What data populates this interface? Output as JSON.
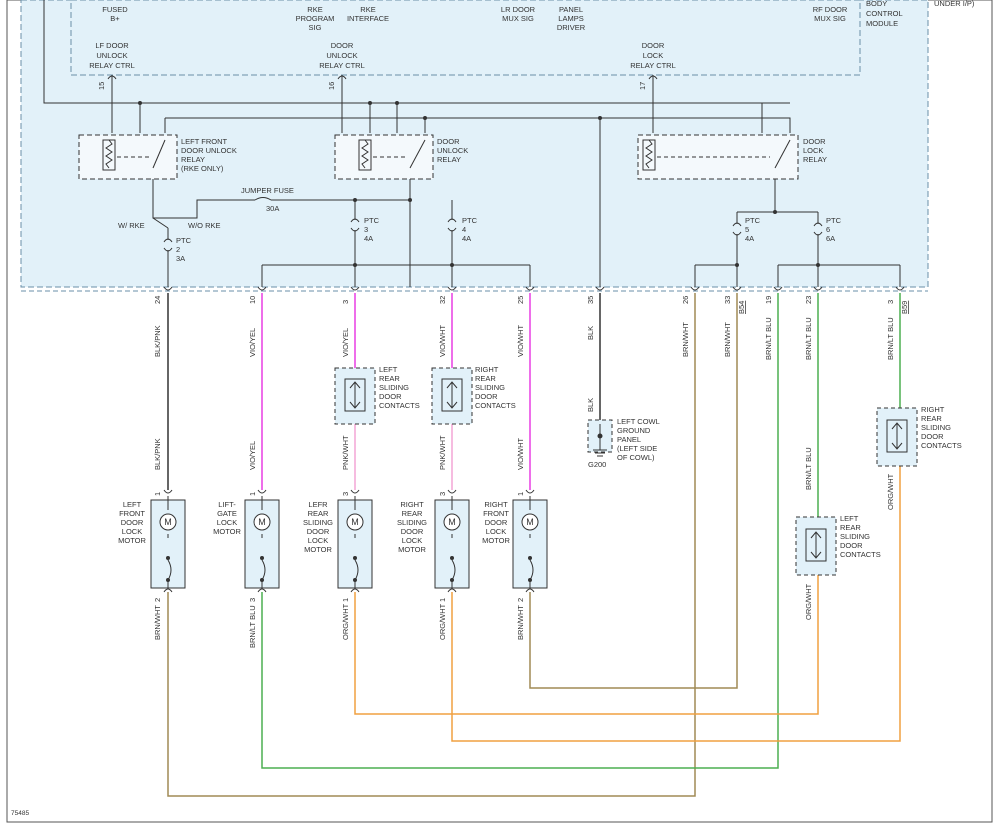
{
  "figure_id": "75485",
  "module": {
    "labels": [
      {
        "id": "fused_b",
        "lines": [
          "FUSED",
          "B+"
        ]
      },
      {
        "id": "rke_prog",
        "lines": [
          "RKE",
          "PROGRAM",
          "SIG"
        ]
      },
      {
        "id": "rke_iface",
        "lines": [
          "RKE",
          "INTERFACE"
        ]
      },
      {
        "id": "lr_mux",
        "lines": [
          "LR DOOR",
          "MUX SIG"
        ]
      },
      {
        "id": "panel_lamps",
        "lines": [
          "PANEL",
          "LAMPS",
          "DRIVER"
        ]
      },
      {
        "id": "rf_mux",
        "lines": [
          "RF DOOR",
          "MUX SIG"
        ]
      },
      {
        "id": "bcm",
        "lines": [
          "BODY",
          "CONTROL",
          "MODULE"
        ]
      },
      {
        "id": "under_ip",
        "lines": [
          "UNDER I/P)"
        ]
      },
      {
        "id": "lf_unlock_ctrl",
        "lines": [
          "LF DOOR",
          "UNLOCK",
          "RELAY CTRL"
        ]
      },
      {
        "id": "door_unlock_ctrl",
        "lines": [
          "DOOR",
          "UNLOCK",
          "RELAY CTRL"
        ]
      },
      {
        "id": "door_lock_ctrl",
        "lines": [
          "DOOR",
          "LOCK",
          "RELAY CTRL"
        ]
      }
    ],
    "pins": [
      "15",
      "16",
      "17"
    ]
  },
  "relays": [
    {
      "id": "lf_unlock",
      "lines": [
        "LEFT FRONT",
        "DOOR UNLOCK",
        "RELAY",
        "(RKE ONLY)"
      ]
    },
    {
      "id": "unlock",
      "lines": [
        "DOOR",
        "UNLOCK",
        "RELAY"
      ]
    },
    {
      "id": "lock",
      "lines": [
        "DOOR",
        "LOCK",
        "RELAY"
      ]
    }
  ],
  "fuses": {
    "jumper": {
      "lines": [
        "JUMPER FUSE",
        "30A"
      ]
    },
    "ptc2": {
      "lines": [
        "PTC",
        "2",
        "3A"
      ]
    },
    "ptc3": {
      "lines": [
        "PTC",
        "3",
        "4A"
      ]
    },
    "ptc4": {
      "lines": [
        "PTC",
        "4",
        "4A"
      ]
    },
    "ptc5": {
      "lines": [
        "PTC",
        "5",
        "4A"
      ]
    },
    "ptc6": {
      "lines": [
        "PTC",
        "6",
        "6A"
      ]
    },
    "w_rke": "W/ RKE",
    "wo_rke": "W/O RKE"
  },
  "connector_pins": [
    {
      "pin": "24",
      "wire": "BLK/PNK"
    },
    {
      "pin": "10",
      "wire": "VIO/YEL"
    },
    {
      "pin": "3",
      "wire": "VIO/YEL"
    },
    {
      "pin": "32",
      "wire": "VIO/WHT"
    },
    {
      "pin": "25",
      "wire": "VIO/WHT"
    },
    {
      "pin": "35",
      "wire": "BLK"
    },
    {
      "pin": "26",
      "wire": "BRN/WHT"
    },
    {
      "pin": "33",
      "wire": "BRN/WHT"
    },
    {
      "pin": "19",
      "wire": "BRN/LT BLU"
    },
    {
      "pin": "23",
      "wire": "BRN/LT BLU"
    },
    {
      "pin": "3",
      "wire": "BRN/LT BLU"
    }
  ],
  "connectors": [
    "B54",
    "B59"
  ],
  "contacts": [
    {
      "id": "lr_contacts_top",
      "lines": [
        "LEFT",
        "REAR",
        "SLIDING",
        "DOOR",
        "CONTACTS"
      ]
    },
    {
      "id": "rr_contacts_top",
      "lines": [
        "RIGHT",
        "REAR",
        "SLIDING",
        "DOOR",
        "CONTACTS"
      ]
    },
    {
      "id": "rr_contacts_right",
      "lines": [
        "RIGHT",
        "REAR",
        "SLIDING",
        "DOOR",
        "CONTACTS"
      ]
    },
    {
      "id": "lr_contacts_right",
      "lines": [
        "LEFT",
        "REAR",
        "SLIDING",
        "DOOR",
        "CONTACTS"
      ]
    }
  ],
  "ground": {
    "lines": [
      "LEFT COWL",
      "GROUND",
      "PANEL",
      "(LEFT SIDE",
      "OF COWL)"
    ],
    "id": "G200",
    "wire": "BLK"
  },
  "motors": [
    {
      "id": "lf",
      "lines": [
        "LEFT",
        "FRONT",
        "DOOR",
        "LOCK",
        "MOTOR"
      ],
      "top_pin": "1",
      "bot_pin": "2",
      "top_wire": "BLK/PNK",
      "bot_wire": "BRN/WHT"
    },
    {
      "id": "lg",
      "lines": [
        "LIFT-",
        "GATE",
        "LOCK",
        "MOTOR"
      ],
      "top_pin": "1",
      "bot_pin": "3",
      "top_wire": "VIO/YEL",
      "bot_wire": "BRN/LT BLU"
    },
    {
      "id": "lr",
      "lines": [
        "LEFR",
        "REAR",
        "SLIDING",
        "DOOR",
        "LOCK",
        "MOTOR"
      ],
      "top_pin": "3",
      "bot_pin": "1",
      "top_wire": "PNK/WHT",
      "bot_wire": "ORG/WHT"
    },
    {
      "id": "rr",
      "lines": [
        "RIGHT",
        "REAR",
        "SLIDING",
        "DOOR",
        "LOCK",
        "MOTOR"
      ],
      "top_pin": "3",
      "bot_pin": "1",
      "top_wire": "PNK/WHT",
      "bot_wire": "ORG/WHT"
    },
    {
      "id": "rf",
      "lines": [
        "RIGHT",
        "FRONT",
        "DOOR",
        "LOCK",
        "MOTOR"
      ],
      "top_pin": "1",
      "bot_pin": "2",
      "top_wire": "VIO/WHT",
      "bot_wire": "BRN/WHT"
    }
  ],
  "right_wires": {
    "w19": "BRN/LT BLU",
    "wB59_low": "ORG/WHT",
    "w23_low": "ORG/WHT"
  },
  "colors": {
    "module_fill": "#e2f1f9",
    "module_border": "#6a8fa8",
    "pink": "#e83ee3",
    "light_pink": "#f2a6d6",
    "green": "#4caf50",
    "orange": "#f0a040",
    "olive": "#a08a55",
    "dark": "#333333"
  }
}
